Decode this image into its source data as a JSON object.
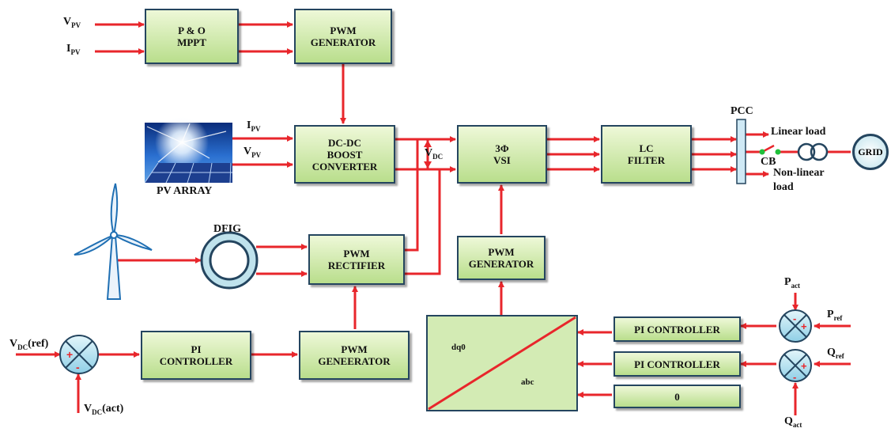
{
  "blocks": {
    "mppt": [
      "P & O",
      "MPPT"
    ],
    "pwm_gen_top": [
      "PWM",
      "GENERATOR"
    ],
    "boost": [
      "DC-DC",
      "BOOST",
      "CONVERTER"
    ],
    "vsi": [
      "3Φ",
      "VSI"
    ],
    "lc_filter": [
      "LC",
      "FILTER"
    ],
    "rectifier": [
      "PWM",
      "RECTIFIER"
    ],
    "pwm_gen_mid": [
      "PWM",
      "GENERATOR"
    ],
    "pi_left": [
      "PI",
      "CONTROLLER"
    ],
    "pwm_gen_bottom": [
      "PWM",
      "GENEERATOR"
    ],
    "pi_top": "PI CONTROLLER",
    "pi_bottom": "PI CONTROLLER",
    "zero": "0",
    "dq0": "dq0",
    "abc": "abc"
  },
  "labels": {
    "vpv_in": {
      "main": "V",
      "sub": "PV"
    },
    "ipv_in": {
      "main": "I",
      "sub": "PV"
    },
    "ipv_array": {
      "main": "I",
      "sub": "PV"
    },
    "vpv_array": {
      "main": "V",
      "sub": "PV"
    },
    "vdc": {
      "main": "V",
      "sub": "DC"
    },
    "pv_array": "PV ARRAY",
    "dfig": "DFIG",
    "pcc": "PCC",
    "linear_load": "Linear load",
    "cb": "CB",
    "nonlinear_load": [
      "Non-linear",
      "load"
    ],
    "grid": "GRID",
    "vdc_ref": {
      "main": "V",
      "sub": "DC",
      "tail": "(ref)"
    },
    "vdc_act": {
      "main": "V",
      "sub": "DC",
      "tail": "(act)"
    },
    "p_act": {
      "main": "P",
      "sub": "act"
    },
    "p_ref": {
      "main": "P",
      "sub": "ref"
    },
    "q_ref": {
      "main": "Q",
      "sub": "ref"
    },
    "q_act": {
      "main": "Q",
      "sub": "act"
    }
  },
  "colors": {
    "arrow": "#e8262b",
    "block_border": "#24455f",
    "block_fill_top": "#eef8d8",
    "block_fill_bottom": "#b9de8c",
    "summing_fill": "#b6e3f2",
    "cb_dot": "#1fbf3a"
  }
}
